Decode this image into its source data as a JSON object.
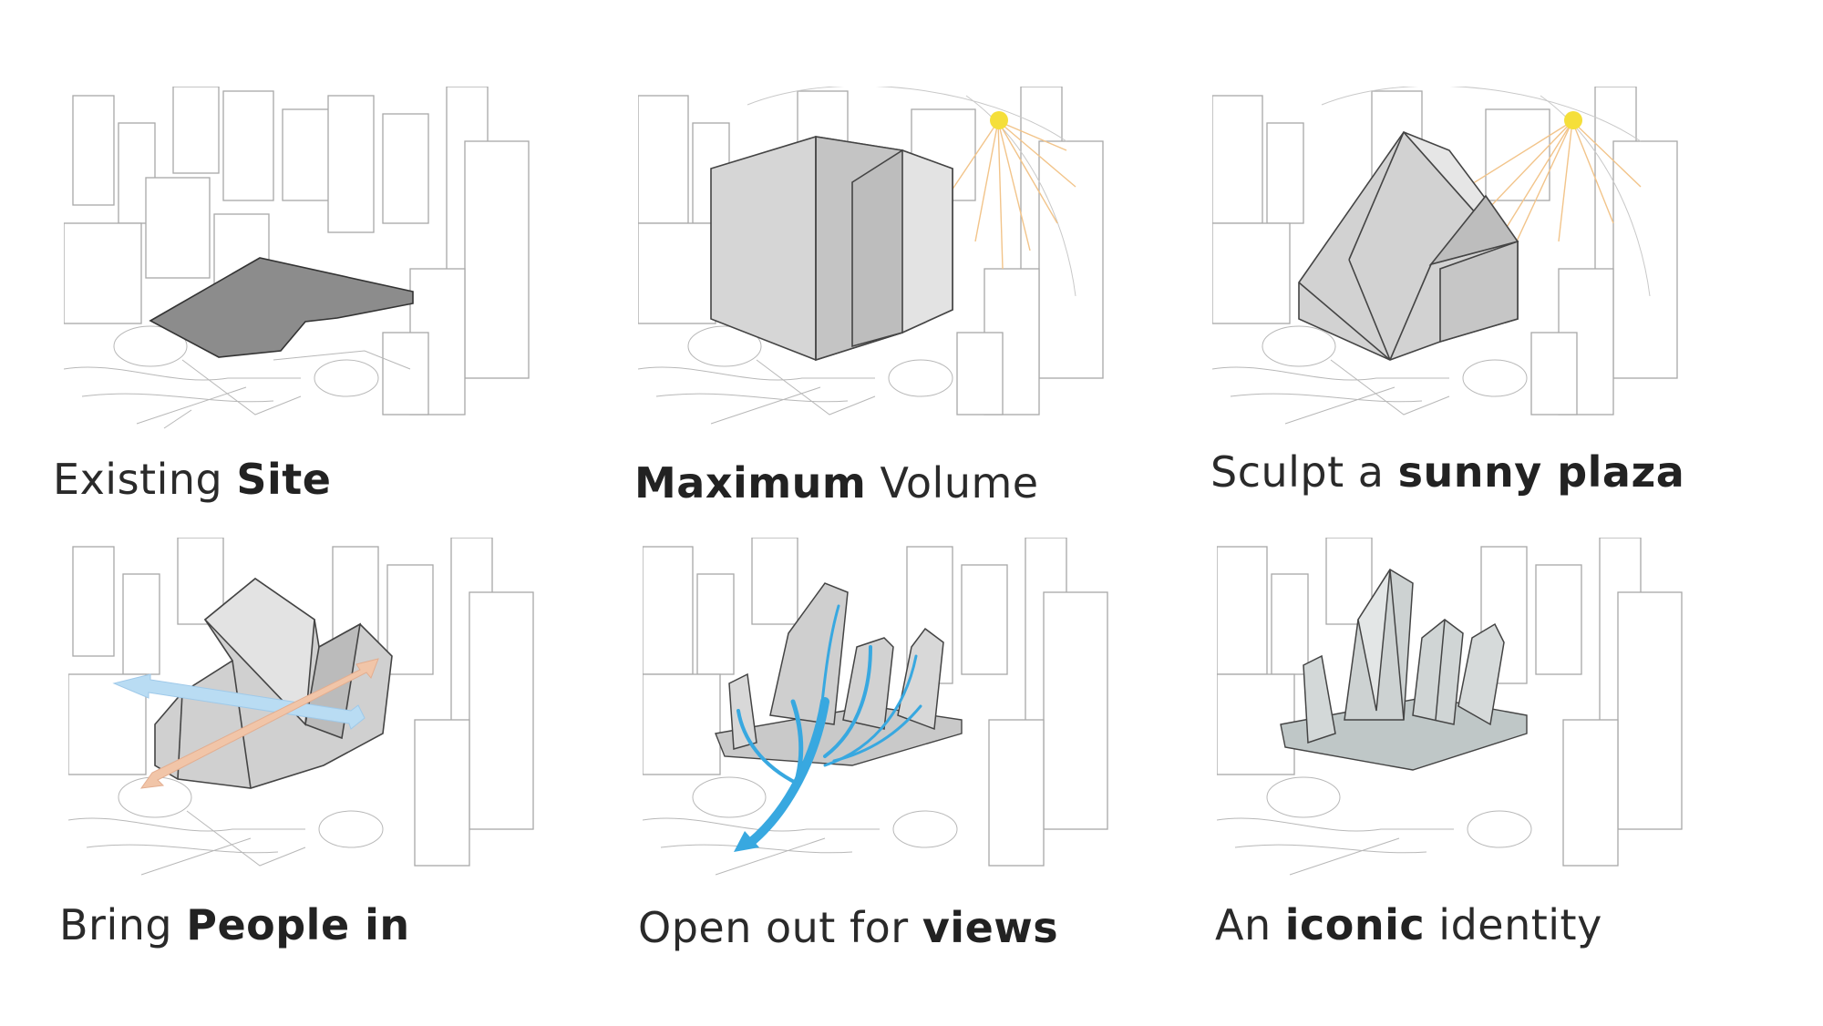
{
  "panels": [
    {
      "caption": {
        "a": "Existing ",
        "b": "Site",
        "c": ""
      }
    },
    {
      "caption": {
        "a": "",
        "b": "Maximum",
        "c": " Volume"
      }
    },
    {
      "caption": {
        "a": "Sculpt a ",
        "b": "sunny plaza",
        "c": ""
      }
    },
    {
      "caption": {
        "a": "Bring ",
        "b": "People in",
        "c": ""
      }
    },
    {
      "caption": {
        "a": "Open out for ",
        "b": "views",
        "c": ""
      }
    },
    {
      "caption": {
        "a": "An ",
        "b": "iconic",
        "c": " identity"
      }
    }
  ],
  "colors": {
    "line": "#9a9a9a",
    "site": "#8c8c8c",
    "sun": "#f5df3a",
    "sunray": "#f2c48a",
    "flow_blue": "#38a8e0",
    "flow_light_blue": "#b9dcf3",
    "flow_peach": "#f1c5a8"
  }
}
